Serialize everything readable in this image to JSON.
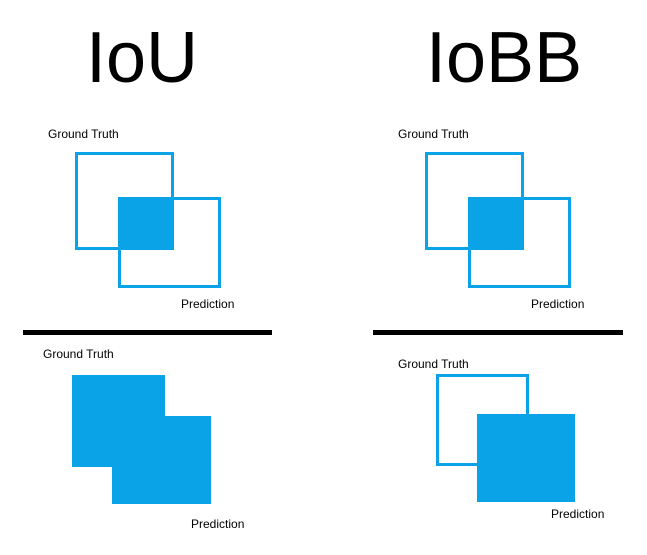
{
  "titles": {
    "left": "IoU",
    "right": "IoBB"
  },
  "labels": {
    "ground_truth": "Ground Truth",
    "prediction": "Prediction"
  },
  "colors": {
    "box": "#0aa3e8",
    "divider": "#000000"
  }
}
